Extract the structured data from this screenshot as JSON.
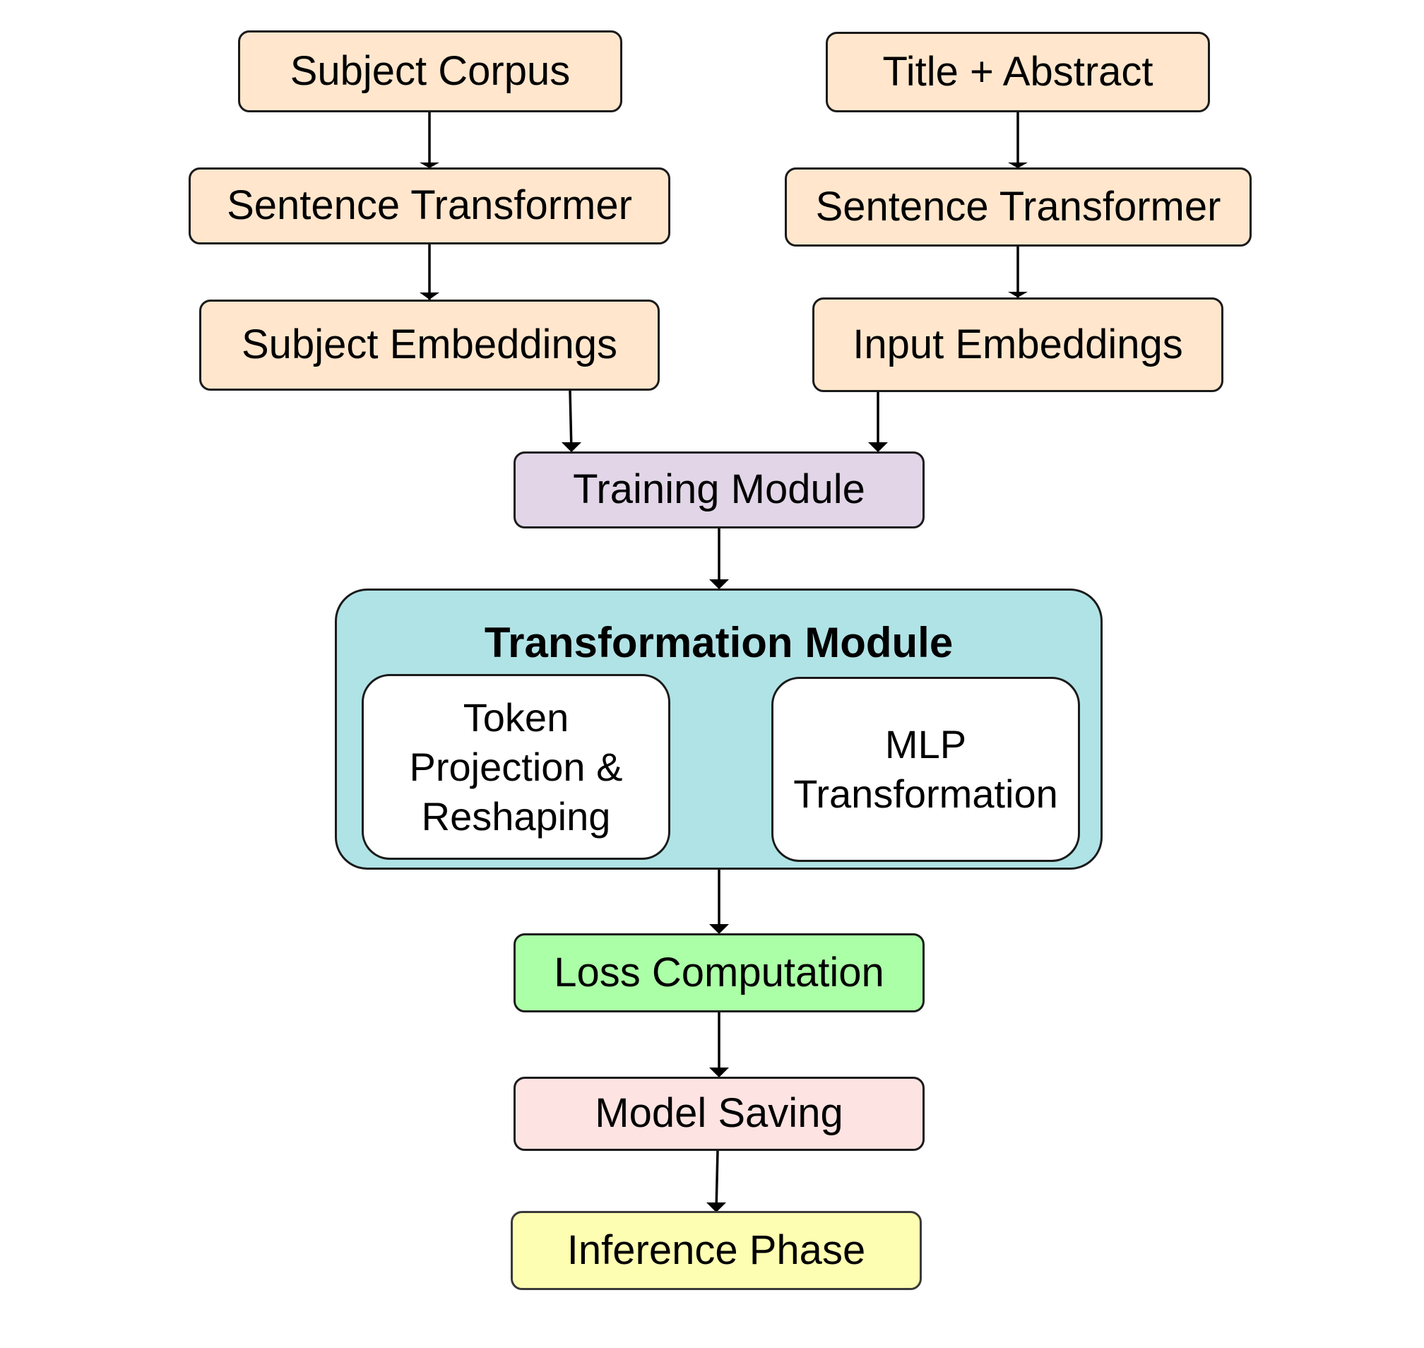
{
  "nodes": {
    "subject_corpus": "Subject Corpus",
    "title_abstract": "Title + Abstract",
    "sentence_transformer_left": "Sentence Transformer",
    "sentence_transformer_right": "Sentence Transformer",
    "subject_embeddings": "Subject Embeddings",
    "input_embeddings": "Input Embeddings",
    "training_module": "Training Module",
    "transformation_module": {
      "title": "Transformation Module",
      "token_projection": "Token\nProjection &\nReshaping",
      "mlp_transformation": "MLP\nTransformation"
    },
    "loss_computation": "Loss Computation",
    "model_saving": "Model Saving",
    "inference_phase": "Inference Phase"
  },
  "colors": {
    "peach": "#ffe6cc",
    "lavender": "#e1d5e7",
    "teal": "#b0e3e6",
    "green": "#abffa6",
    "pink": "#fde3e1",
    "yellow": "#fefeb2",
    "stroke": "#1a1a1a"
  }
}
